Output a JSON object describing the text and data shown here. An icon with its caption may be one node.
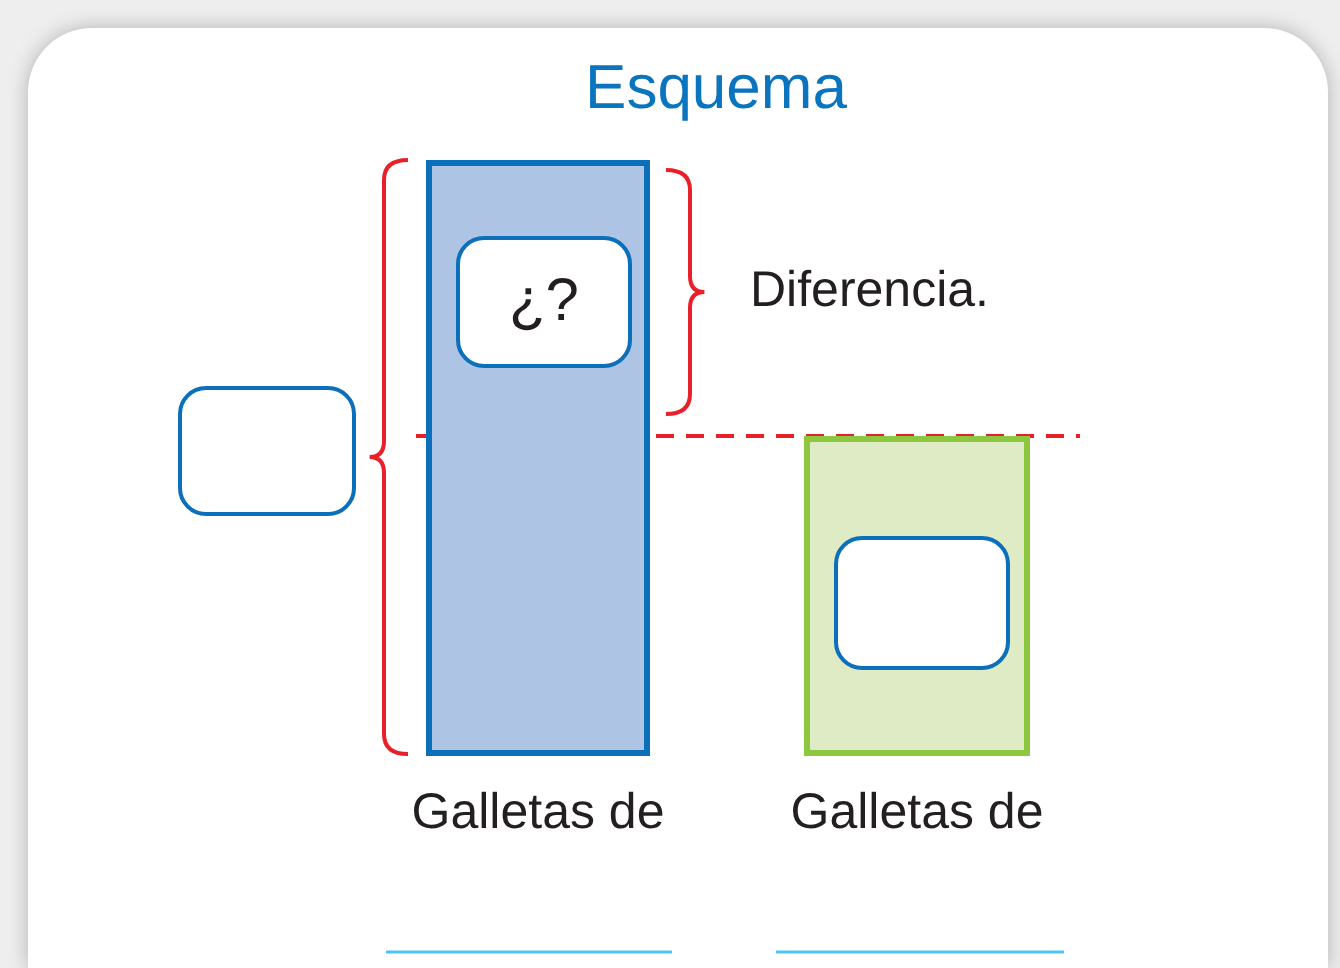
{
  "diagram": {
    "title": "Esquema",
    "nodes": [
      {
        "text": [],
        "shape": "bar",
        "beside": [
          "Galletas de"
        ]
      },
      {
        "text": [
          "¿?"
        ],
        "in": 0
      },
      {
        "text": [],
        "shape": "box"
      },
      {
        "text": [],
        "shape": "bar",
        "beside": [
          "Galletas de"
        ]
      },
      {
        "text": [],
        "shape": "box",
        "in": 3
      }
    ],
    "labels": [
      "Diferencia."
    ]
  }
}
